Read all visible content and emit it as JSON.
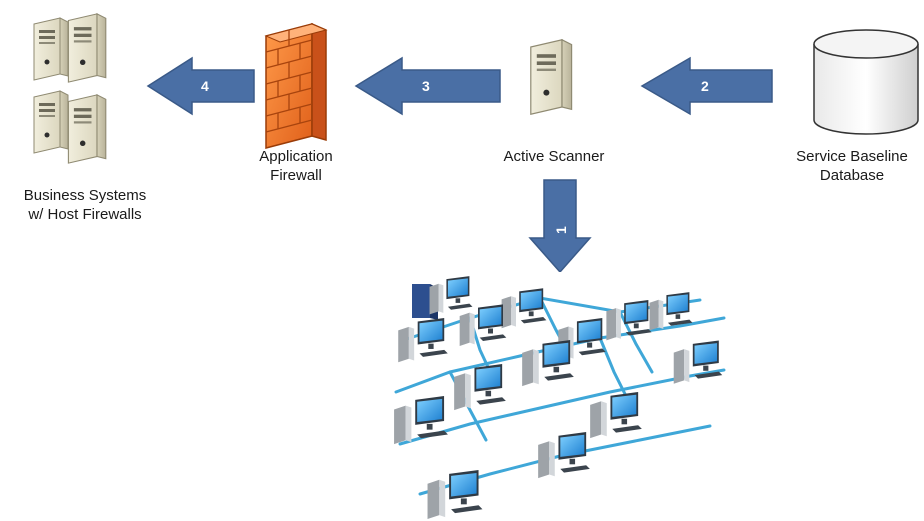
{
  "nodes": {
    "business": {
      "line1": "Business Systems",
      "line2": "w/ Host Firewalls",
      "icon": "server-cluster-icon"
    },
    "firewall": {
      "line1": "Application",
      "line2": "Firewall",
      "icon": "firewall-icon"
    },
    "scanner": {
      "line1": "Active Scanner",
      "icon": "server-icon"
    },
    "database": {
      "line1": "Service Baseline",
      "line2": "Database",
      "icon": "database-icon"
    },
    "network": {
      "icon": "network-computers-icon"
    }
  },
  "arrows": [
    {
      "label": "1",
      "from": "Active Scanner",
      "to": "network"
    },
    {
      "label": "2",
      "from": "Service Baseline Database",
      "to": "Active Scanner"
    },
    {
      "label": "3",
      "from": "Active Scanner",
      "to": "Application Firewall"
    },
    {
      "label": "4",
      "from": "Application Firewall",
      "to": "Business Systems w/ Host Firewalls"
    }
  ],
  "colors": {
    "arrow": "#4a6fa5",
    "arrow_stroke": "#3a5a88",
    "server_body": "#e4e0cc",
    "firewall": "#f07a2a",
    "network_cable": "#3fa7d8"
  }
}
